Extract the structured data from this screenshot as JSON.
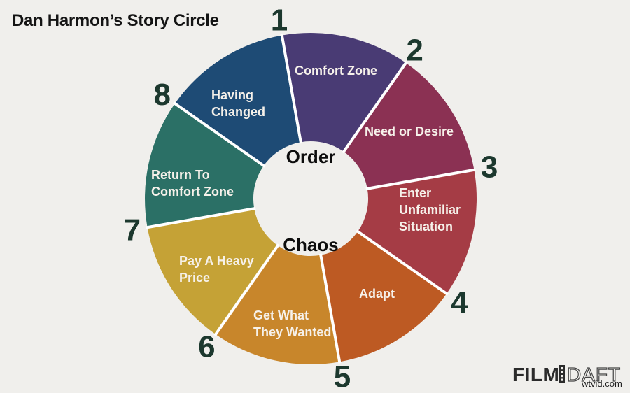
{
  "title": "Dan Harmon’s Story Circle",
  "center": {
    "top_label": "Order",
    "bottom_label": "Chaos"
  },
  "logo": {
    "bold_part": "FILM",
    "outline_part": "DAFT"
  },
  "watermark": "wtvid.com",
  "colors": {
    "background": "#f0efec",
    "number_text": "#1c382e",
    "segment_text": "#f6f1ea",
    "gap": "#ffffff"
  },
  "chart_data": {
    "type": "pie",
    "title": "Dan Harmon’s Story Circle",
    "legend_position": "none",
    "equal_segments": true,
    "start_rotation_deg": -10,
    "inner_labels": {
      "top": "Order",
      "bottom": "Chaos"
    },
    "segments": [
      {
        "number": 1,
        "label": "Comfort Zone",
        "lines": [
          "Comfort Zone"
        ],
        "color": "#493b74",
        "value": 1
      },
      {
        "number": 2,
        "label": "Need or Desire",
        "lines": [
          "Need or Desire"
        ],
        "color": "#8b3153",
        "value": 1
      },
      {
        "number": 3,
        "label": "Enter Unfamiliar Situation",
        "lines": [
          "Enter",
          "Unfamiliar",
          "Situation"
        ],
        "color": "#a53c45",
        "value": 1
      },
      {
        "number": 4,
        "label": "Adapt",
        "lines": [
          "Adapt"
        ],
        "color": "#bd5a23",
        "value": 1
      },
      {
        "number": 5,
        "label": "Get What They Wanted",
        "lines": [
          "Get What",
          "They Wanted"
        ],
        "color": "#c8862b",
        "value": 1
      },
      {
        "number": 6,
        "label": "Pay A Heavy Price",
        "lines": [
          "Pay A Heavy",
          "Price"
        ],
        "color": "#c5a236",
        "value": 1
      },
      {
        "number": 7,
        "label": "Return To Comfort Zone",
        "lines": [
          "Return To",
          "Comfort Zone"
        ],
        "color": "#2b7066",
        "value": 1
      },
      {
        "number": 8,
        "label": "Having Changed",
        "lines": [
          "Having",
          "Changed"
        ],
        "color": "#1e4b75",
        "value": 1
      }
    ]
  }
}
